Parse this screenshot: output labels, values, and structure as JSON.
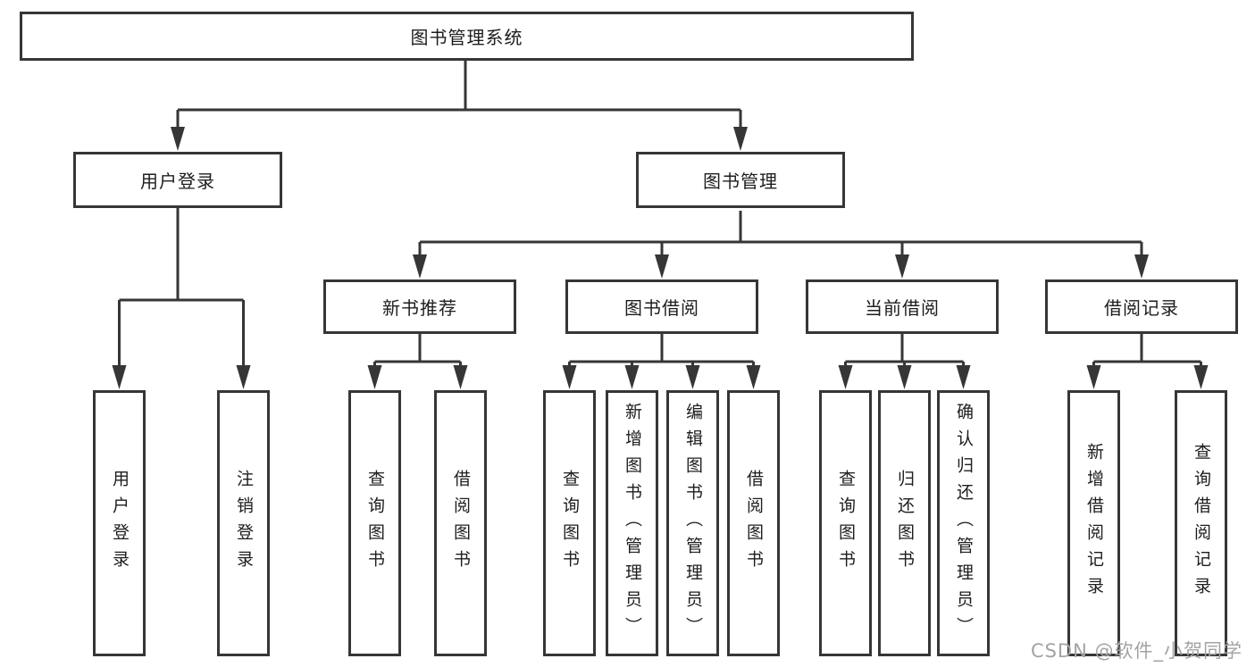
{
  "tree": {
    "label": "图书管理系统",
    "children": [
      {
        "label": "用户登录",
        "children": [
          {
            "label": "用户登录"
          },
          {
            "label": "注销登录"
          }
        ]
      },
      {
        "label": "图书管理",
        "children": [
          {
            "label": "新书推荐",
            "children": [
              {
                "label": "查询图书"
              },
              {
                "label": "借阅图书"
              }
            ]
          },
          {
            "label": "图书借阅",
            "children": [
              {
                "label": "查询图书"
              },
              {
                "label": "新增图书（管理员）"
              },
              {
                "label": "编辑图书（管理员）"
              },
              {
                "label": "借阅图书"
              }
            ]
          },
          {
            "label": "当前借阅",
            "children": [
              {
                "label": "查询图书"
              },
              {
                "label": "归还图书"
              },
              {
                "label": "确认归还（管理员）"
              }
            ]
          },
          {
            "label": "借阅记录",
            "children": [
              {
                "label": "新增借阅记录"
              },
              {
                "label": "查询借阅记录"
              }
            ]
          }
        ]
      }
    ]
  },
  "watermark": {
    "text": "CSDN @软件_小贺同学"
  },
  "colors": {
    "line": "#363636",
    "box_border": "#363636",
    "box_fill": "#ffffff",
    "text": "#1d1d1d",
    "watermark": "#a3a3a3",
    "background": "#ffffff"
  }
}
